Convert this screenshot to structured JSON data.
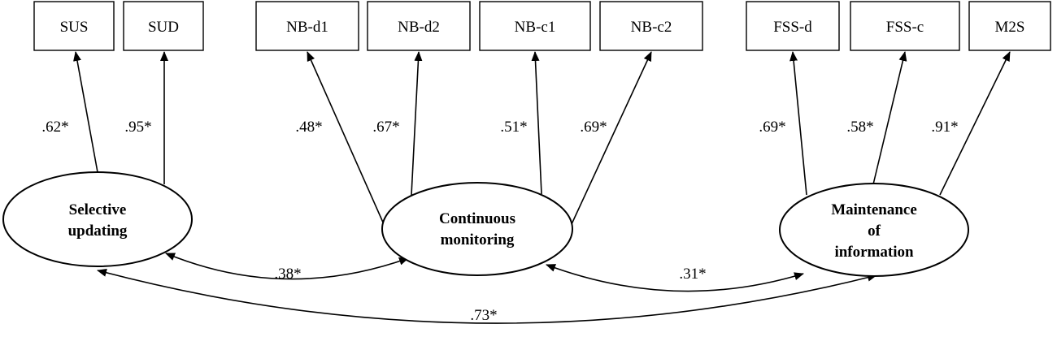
{
  "indicators": [
    {
      "id": "sus",
      "label": "SUS"
    },
    {
      "id": "sud",
      "label": "SUD"
    },
    {
      "id": "nbd1",
      "label": "NB-d1"
    },
    {
      "id": "nbd2",
      "label": "NB-d2"
    },
    {
      "id": "nbc1",
      "label": "NB-c1"
    },
    {
      "id": "nbc2",
      "label": "NB-c2"
    },
    {
      "id": "fssd",
      "label": "FSS-d"
    },
    {
      "id": "fssc",
      "label": "FSS-c"
    },
    {
      "id": "m2s",
      "label": "M2S"
    }
  ],
  "factors": [
    {
      "id": "selective",
      "lines": [
        "Selective",
        "updating"
      ]
    },
    {
      "id": "continuous",
      "lines": [
        "Continuous",
        "monitoring"
      ]
    },
    {
      "id": "maintenance",
      "lines": [
        "Maintenance",
        "of",
        "information"
      ]
    }
  ],
  "loadings": [
    {
      "factor": "selective",
      "indicator": "sus",
      "value": ".62*"
    },
    {
      "factor": "selective",
      "indicator": "sud",
      "value": ".95*"
    },
    {
      "factor": "continuous",
      "indicator": "nbd1",
      "value": ".48*"
    },
    {
      "factor": "continuous",
      "indicator": "nbd2",
      "value": ".67*"
    },
    {
      "factor": "continuous",
      "indicator": "nbc1",
      "value": ".51*"
    },
    {
      "factor": "continuous",
      "indicator": "nbc2",
      "value": ".69*"
    },
    {
      "factor": "maintenance",
      "indicator": "fssd",
      "value": ".69*"
    },
    {
      "factor": "maintenance",
      "indicator": "fssc",
      "value": ".58*"
    },
    {
      "factor": "maintenance",
      "indicator": "m2s",
      "value": ".91*"
    }
  ],
  "correlations": [
    {
      "from": "selective",
      "to": "continuous",
      "value": ".38*"
    },
    {
      "from": "continuous",
      "to": "maintenance",
      "value": ".31*"
    },
    {
      "from": "selective",
      "to": "maintenance",
      "value": ".73*"
    }
  ]
}
